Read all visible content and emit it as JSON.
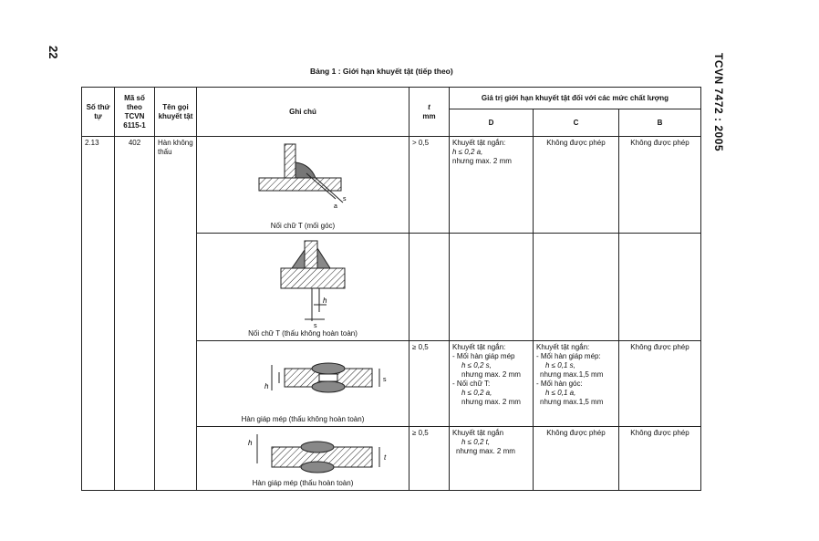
{
  "page_number": "22",
  "side_header": "TCVN 7472 : 2005",
  "caption": "Bảng 1 : Giới hạn khuyết tật (tiếp theo)",
  "headers": {
    "so_thu_tu": "Số thứ tự",
    "ma_so": "Mã số theo TCVN 6115-1",
    "ten_goi": "Tên gọi khuyết tật",
    "ghi_chu": "Ghi chú",
    "t_mm_t": "t",
    "t_mm_u": "mm",
    "gia_tri": "Giá trị giới hạn khuyết tật đối với các mức chất lượng",
    "level_d": "D",
    "level_c": "C",
    "level_b": "B"
  },
  "row": {
    "stt": "2.13",
    "ma": "402",
    "ten": "Hàn không thấu"
  },
  "subrows": [
    {
      "label": "Nối chữ T (mối góc)",
      "t": "> 0,5",
      "d": [
        "Khuyết tật ngắn:",
        "h ≤ 0,2 a,",
        "nhưng max. 2 mm"
      ],
      "c": [
        "Không được phép"
      ],
      "b": [
        "Không được phép"
      ]
    },
    {
      "label": "Nối chữ T (thấu không hoàn toàn)",
      "t": "",
      "d": [],
      "c": [],
      "b": []
    },
    {
      "label": "Hàn giáp mép (thấu không hoàn toàn)",
      "t": "≥ 0,5",
      "d": [
        "Khuyết tật ngắn:",
        "- Mối hàn giáp mép",
        "h ≤ 0,2 s,",
        "nhưng max. 2 mm",
        "- Nối chữ T:",
        "h ≤ 0,2 a,",
        "nhưng max. 2 mm"
      ],
      "c": [
        "Khuyết tật ngắn:",
        "- Mối hàn giáp mép:",
        "h ≤ 0,1 s,",
        "nhưng max.1,5 mm",
        "- Mối hàn góc:",
        "h ≤ 0,1 a,",
        "nhưng max.1,5 mm"
      ],
      "b": [
        "Không được phép"
      ]
    },
    {
      "label": "Hàn giáp mép (thấu hoàn toàn)",
      "t": "≥ 0,5",
      "d": [
        "Khuyết tật ngắn",
        "h ≤ 0,2 t,",
        "nhưng max. 2 mm"
      ],
      "c": [
        "Không được phép"
      ],
      "b": [
        "Không được phép"
      ]
    }
  ],
  "figure_marks": {
    "a": "a",
    "s": "s",
    "h": "h",
    "t": "t"
  }
}
